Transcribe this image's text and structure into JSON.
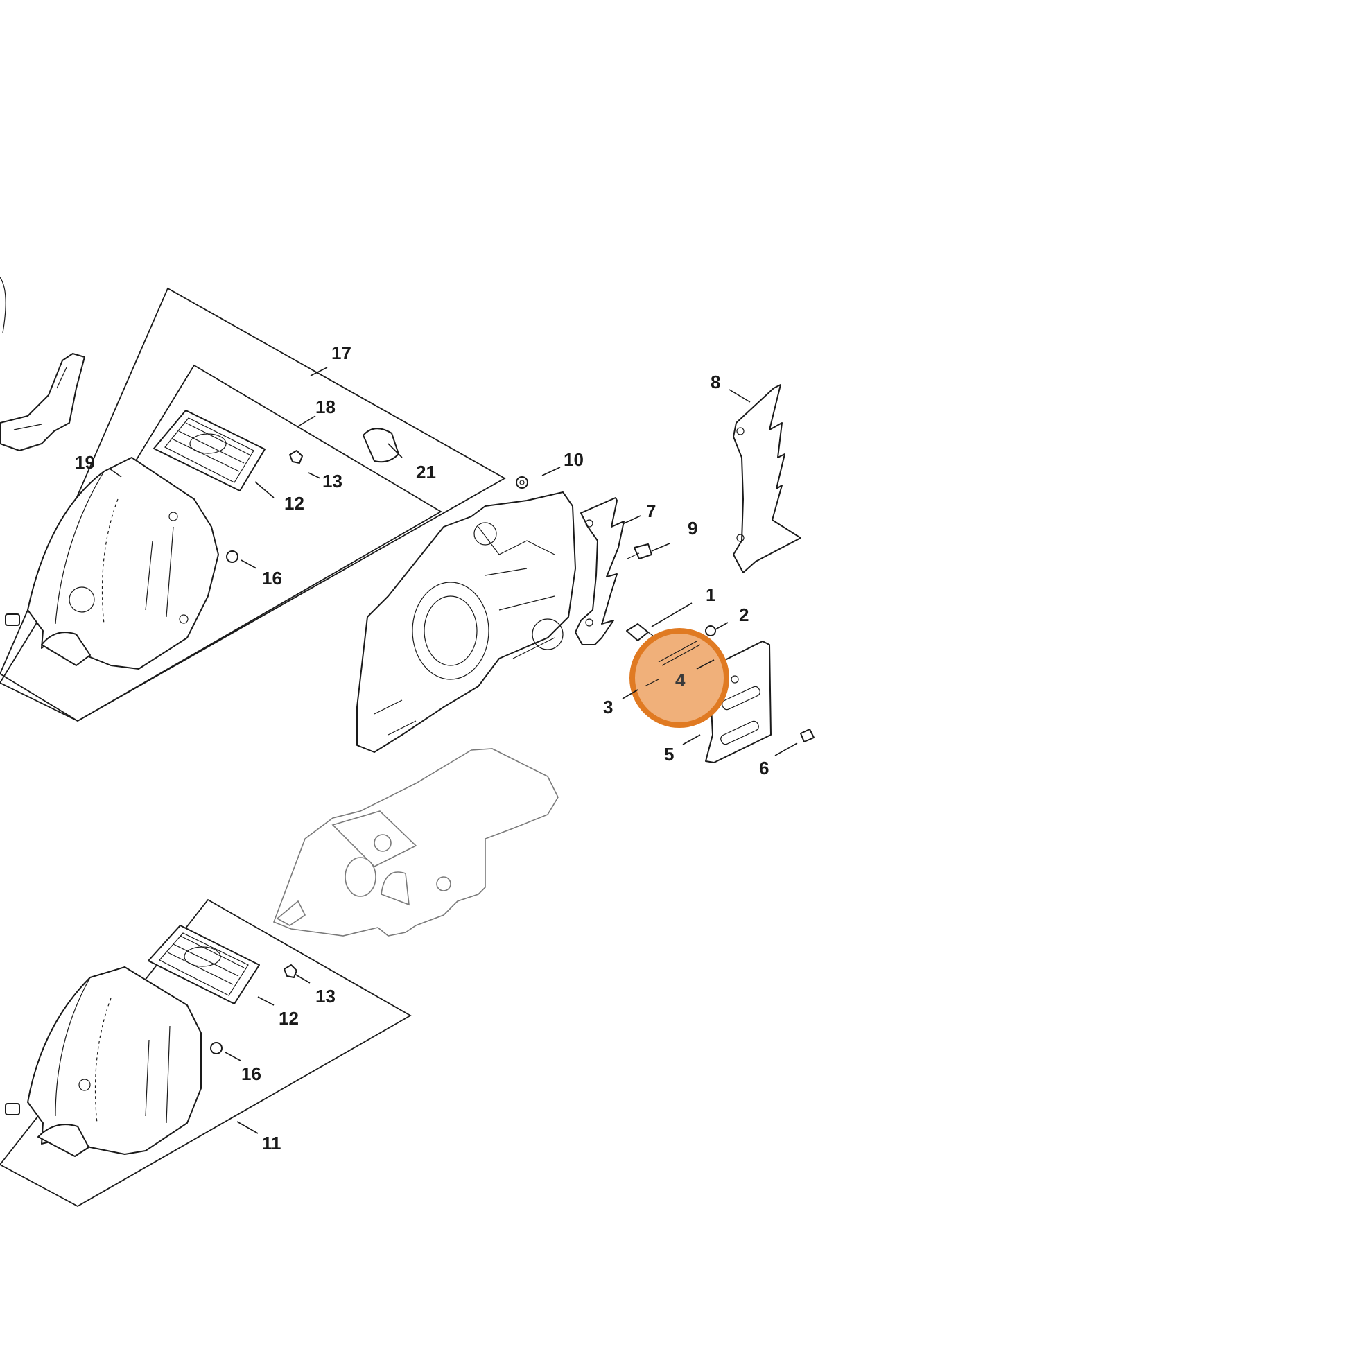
{
  "highlight": {
    "part": "4",
    "color": "#e07a22",
    "fill": "#f0b07a"
  },
  "callouts": [
    "17",
    "18",
    "21",
    "19",
    "13",
    "12",
    "16",
    "10",
    "8",
    "7",
    "9",
    "1",
    "2",
    "4",
    "3",
    "5",
    "6",
    "13",
    "12",
    "16",
    "11"
  ],
  "icons": {
    "parts": "exploded-parts-drawing",
    "highlight": "highlight-circle"
  }
}
